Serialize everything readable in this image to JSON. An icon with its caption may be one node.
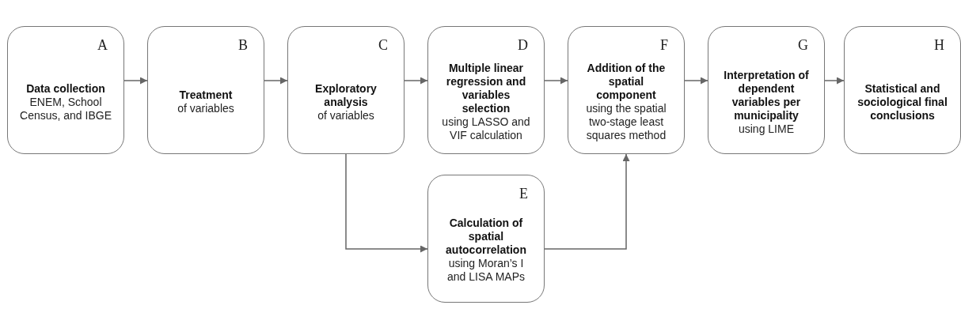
{
  "diagram": {
    "nodes": [
      {
        "text": [
          "A",
          "Data collection",
          "ENEM, School Census, and IBGE"
        ]
      },
      {
        "text": [
          "B",
          "Treatment",
          "of variables"
        ]
      },
      {
        "text": [
          "C",
          "Exploratory analysis",
          "of variables"
        ]
      },
      {
        "text": [
          "D",
          "Multiple linear regression and variables selection",
          "using LASSO and VIF calculation"
        ]
      },
      {
        "text": [
          "F",
          "Addition of the spatial component",
          "using the spatial two-stage least squares method"
        ]
      },
      {
        "text": [
          "G",
          "Interpretation of dependent variables per municipality",
          "using LIME"
        ]
      },
      {
        "text": [
          "H",
          "Statistical and sociological final conclusions"
        ]
      },
      {
        "text": [
          "E",
          "Calculation of spatial autocorrelation",
          "using Moran’s I and LISA MAPs"
        ]
      }
    ],
    "edges": [
      {
        "from": 0,
        "to": 1,
        "arrow": "to"
      },
      {
        "from": 1,
        "to": 2,
        "arrow": "to"
      },
      {
        "from": 2,
        "to": 3,
        "arrow": "to"
      },
      {
        "from": 3,
        "to": 4,
        "arrow": "to"
      },
      {
        "from": 4,
        "to": 5,
        "arrow": "to"
      },
      {
        "from": 5,
        "to": 6,
        "arrow": "to"
      },
      {
        "from": 2,
        "to": 7,
        "arrow": "to"
      },
      {
        "from": 7,
        "to": 4,
        "arrow": "to"
      }
    ]
  }
}
